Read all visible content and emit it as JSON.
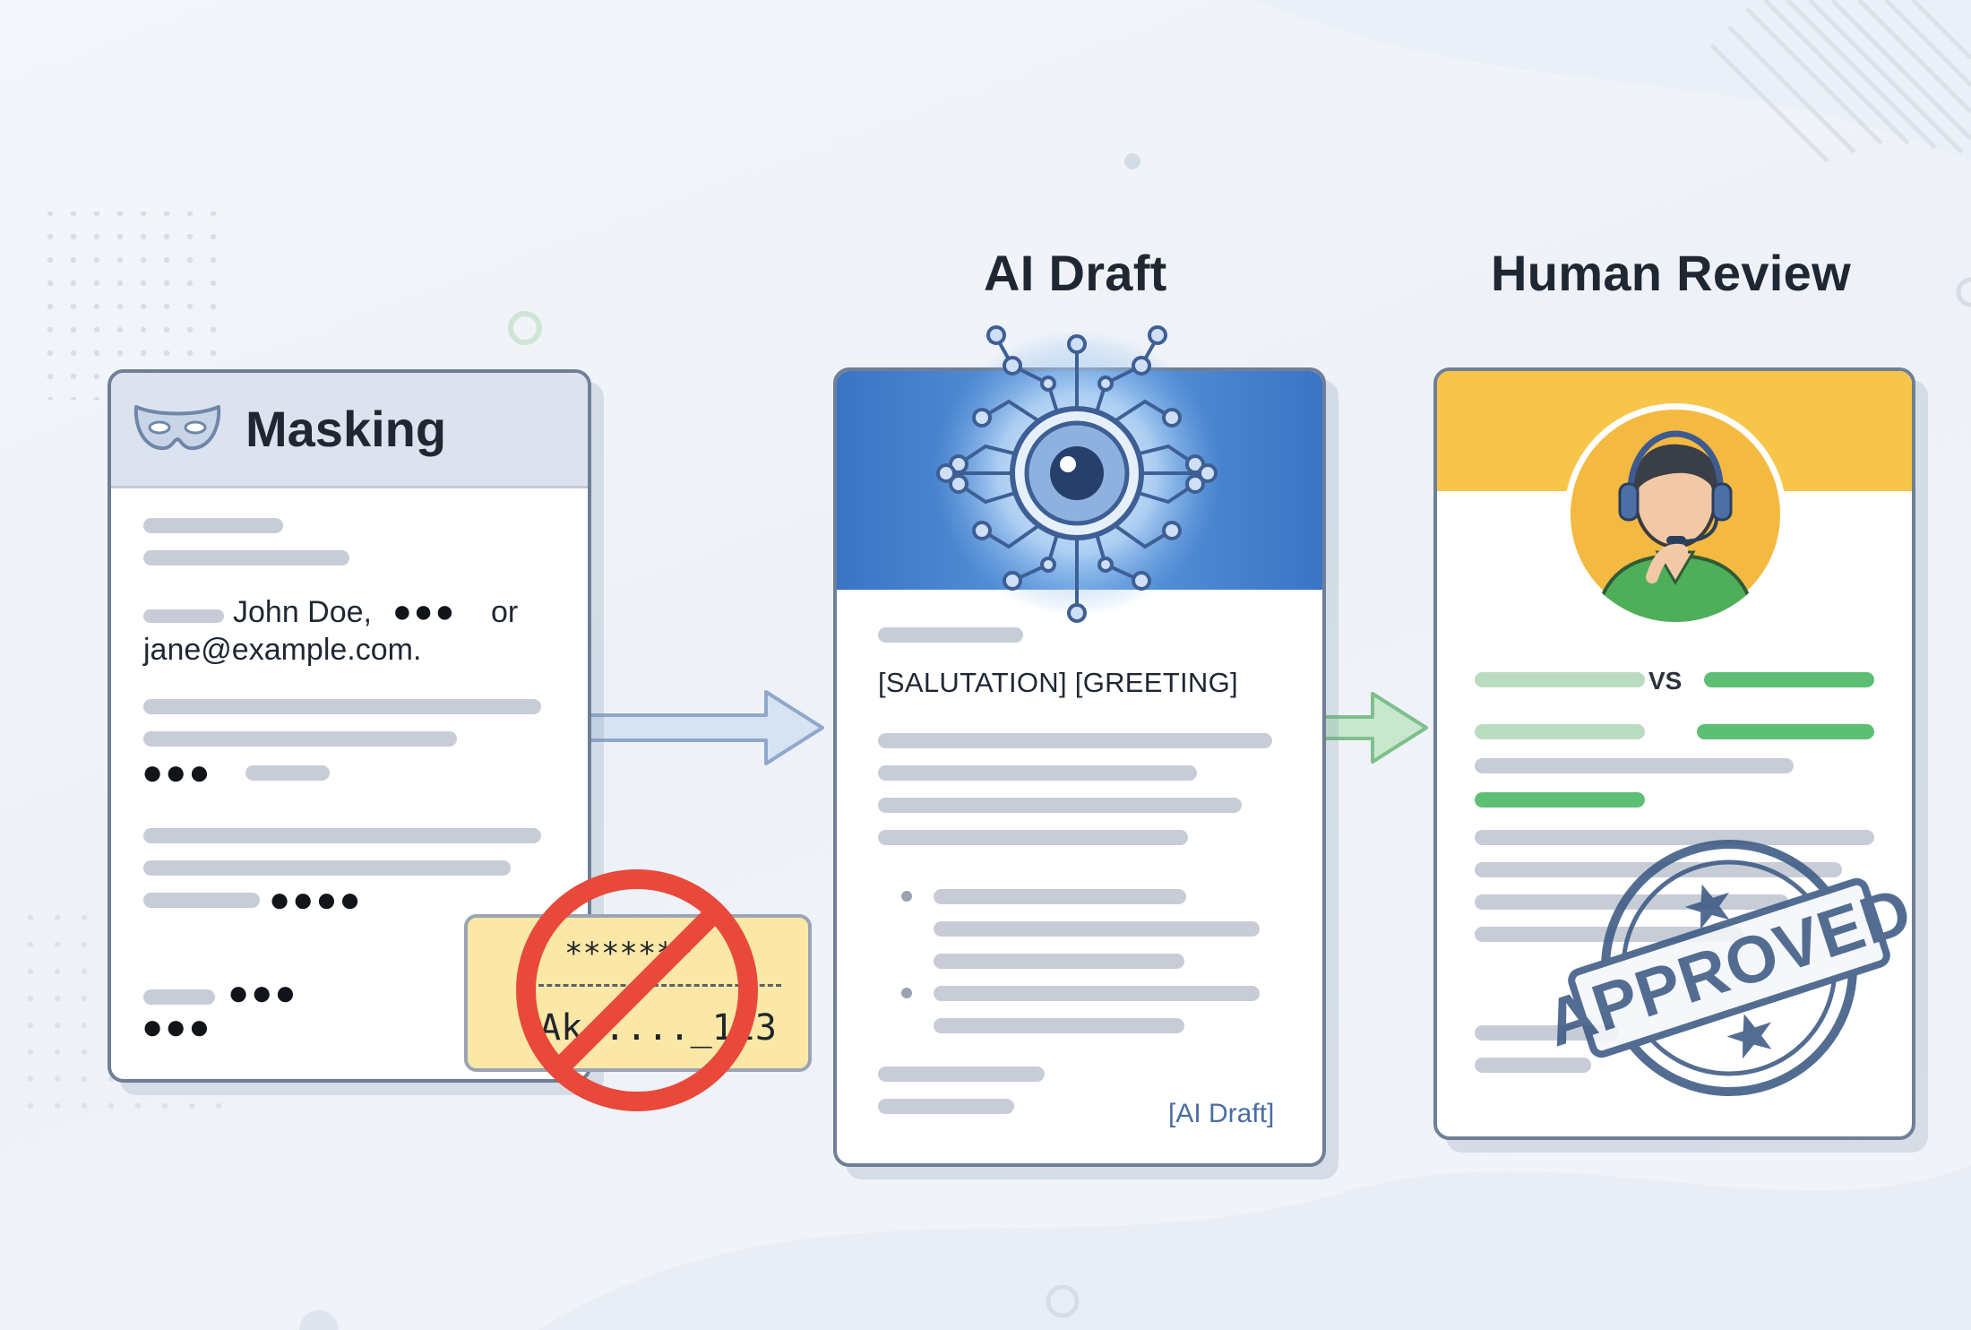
{
  "stages": {
    "masking": {
      "title": "Masking",
      "sample_line_1": "John Doe,",
      "sample_dots_1": "●●●",
      "sample_or": "or",
      "sample_line_2": "jane@example.com.",
      "dots_a": "●●●",
      "dots_b": "●●●●",
      "dots_c": "●●●",
      "dots_d": "●●●",
      "token_masked": "*******",
      "token_partial": "Ak....._123"
    },
    "ai_draft": {
      "title": "AI Draft",
      "placeholder_text": "[SALUTATION] [GREETING]",
      "tag": "[AI Draft]"
    },
    "human_review": {
      "title": "Human Review",
      "compare_label": "VS",
      "stamp_text": "APPROVED"
    }
  },
  "colors": {
    "ai_header": "#3f7bc9",
    "review_header": "#f6c54a",
    "compare_green": "#5cbf73",
    "blocked_red": "#e8493b",
    "stamp_blue": "#3c5a83",
    "arrow_blue": "#b7cbe4",
    "arrow_green": "#a9d6b1"
  },
  "icons": {
    "masking": "mask-icon",
    "ai_draft": "ai-circuit-eye-icon",
    "human_review": "support-agent-avatar-icon",
    "blocked": "prohibited-icon",
    "stamp": "approved-stamp-icon"
  }
}
